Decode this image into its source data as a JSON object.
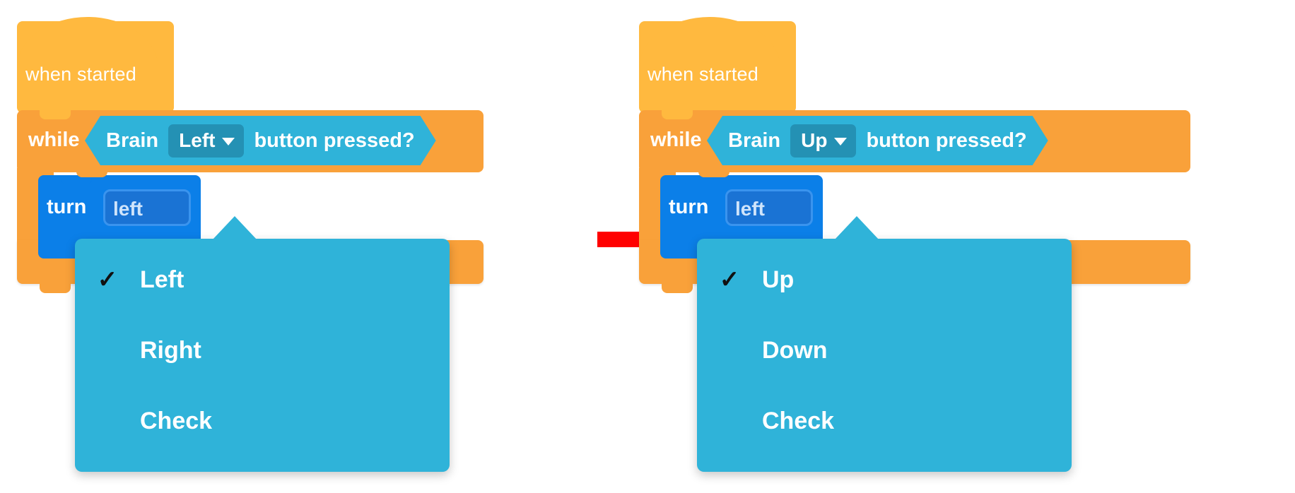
{
  "meta": {
    "scene": "vexcode-block-dropdown-change",
    "background": "#ffffff"
  },
  "colors": {
    "hat_orange": "#ffb93f",
    "control_orange": "#f9a13a",
    "sensing_blue": "#2fb3d9",
    "sensing_field": "#2491b4",
    "motion_blue": "#0b7fe8",
    "motion_field": "#1a73d4",
    "arrow_red": "#ff0000",
    "text_white": "#ffffff",
    "check_black": "#111111"
  },
  "panels": [
    {
      "id": "before",
      "hat": {
        "label": "when started"
      },
      "while_block": {
        "label": "while",
        "loop_arrow_icon": "loop-arrow-icon"
      },
      "condition": {
        "prefix": "Brain",
        "field_value": "Left",
        "caret_icon": "chevron-down-icon",
        "suffix": "button pressed?"
      },
      "body_block": {
        "label": "turn",
        "field_value": "left"
      },
      "dropdown": {
        "open": true,
        "selected": "Left",
        "items": [
          {
            "label": "Left",
            "checked": true
          },
          {
            "label": "Right",
            "checked": false
          },
          {
            "label": "Check",
            "checked": false
          }
        ]
      }
    },
    {
      "id": "after",
      "hat": {
        "label": "when started"
      },
      "while_block": {
        "label": "while",
        "loop_arrow_icon": "loop-arrow-icon"
      },
      "condition": {
        "prefix": "Brain",
        "field_value": "Up",
        "caret_icon": "chevron-down-icon",
        "suffix": "button pressed?"
      },
      "body_block": {
        "label": "turn",
        "field_value": "left"
      },
      "dropdown": {
        "open": true,
        "selected": "Up",
        "items": [
          {
            "label": "Up",
            "checked": true
          },
          {
            "label": "Down",
            "checked": false
          },
          {
            "label": "Check",
            "checked": false
          }
        ]
      }
    }
  ],
  "transition": {
    "icon": "right-arrow-icon",
    "color": "#ff0000"
  },
  "glyphs": {
    "checkmark": "✓"
  }
}
